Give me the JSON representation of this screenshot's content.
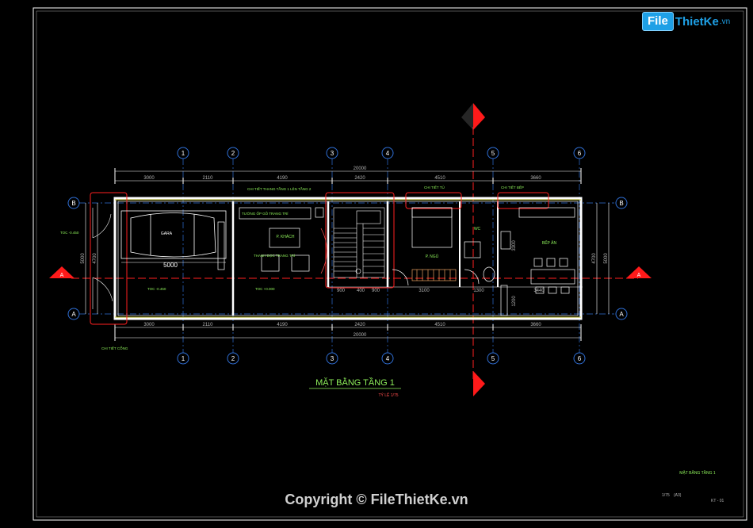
{
  "logo": {
    "box": "File",
    "rest": "ThietKe",
    "ext": ".vn"
  },
  "grid_columns": [
    "1",
    "2",
    "3",
    "4",
    "5",
    "6"
  ],
  "grid_rows": [
    "B",
    "A"
  ],
  "section_marks": {
    "left": "A",
    "right": "A",
    "top": "",
    "bottom": ""
  },
  "dimensions": {
    "top_segments": [
      "3000",
      "2110",
      "4190",
      "2420",
      "4510",
      "3660"
    ],
    "bottom_segments": [
      "3000",
      "2110",
      "4190",
      "2420",
      "4510",
      "3660"
    ],
    "overall_top": "20000",
    "overall_bottom": "20000",
    "side_left": [
      "5000",
      "4700"
    ],
    "side_right": [
      "4700",
      "5000"
    ],
    "interior_row": [
      "900",
      "400",
      "900",
      "3100",
      "1300",
      "3440"
    ],
    "gara_inner": "5000",
    "kitchen_vertical": [
      "3300",
      "1200"
    ]
  },
  "rooms": {
    "gara": "GARA",
    "living": "P. KHÁCH",
    "bedroom": "P. NGỦ",
    "wc": "WC",
    "kitchen": "BẾP ĂN"
  },
  "levels": {
    "front": "TOC -0.450",
    "gara": "TOC -0.450",
    "living": "TOC +0.000"
  },
  "notes": {
    "stairs_detail": "CHI TIẾT THANG TẦNG 1 LÊN TẦNG 2",
    "tv_wall": "TƯỜNG ỐP GỖ TRANG TRÍ",
    "wall_detail": "THANH DỌC TRANG TRÍ",
    "bedroom_detail": "CHI TIẾT TỦ",
    "kitchen_detail": "CHI TIẾT BẾP",
    "gate_detail": "CHI TIẾT CỔNG"
  },
  "title": {
    "main": "MẶT BẰNG TẦNG 1",
    "scale": "TỶ LỆ 1/75"
  },
  "title_block": {
    "name": "MẶT BẰNG TẦNG 1",
    "scale": "1/75",
    "paper": "(A3)",
    "sheet": "KT - 01"
  },
  "copyright": "Copyright © FileThietKe.vn",
  "colors": {
    "background": "#000000",
    "wall": "#ffffff",
    "axis": "#2f6fd6",
    "section": "#ff2020",
    "text_green": "#8ef05a",
    "text_red": "#ff4d4d",
    "brand": "#1ea0e6"
  }
}
